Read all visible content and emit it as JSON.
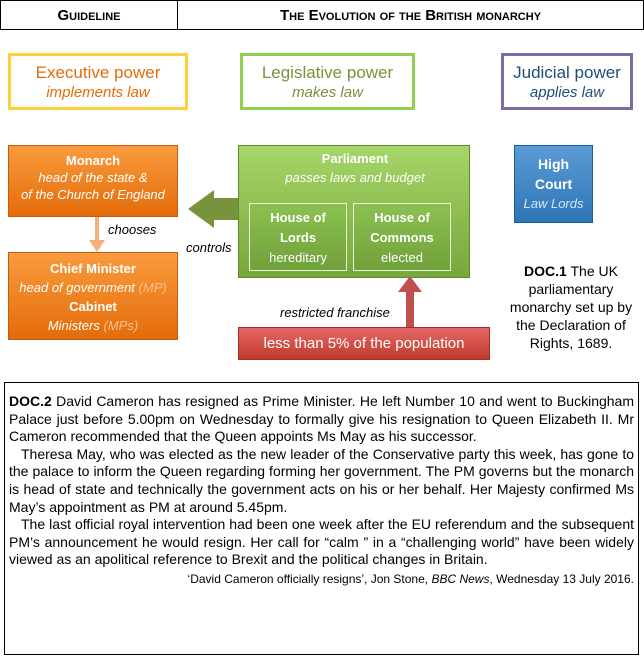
{
  "header": {
    "left": "Guideline",
    "right": "The Evolution of the British monarchy"
  },
  "powers": {
    "executive": {
      "title": "Executive power",
      "subtitle": "implements law",
      "color": "#e46c0a"
    },
    "legislative": {
      "title": "Legislative power",
      "subtitle": "makes law",
      "color": "#77933c"
    },
    "judicial": {
      "title": "Judicial power",
      "subtitle": "applies law",
      "color": "#1f4e79"
    }
  },
  "monarch": {
    "title": "Monarch",
    "line1": "head of the state &",
    "line2": "of the Church of England"
  },
  "chooses": "chooses",
  "chief": {
    "title": "Chief Minister",
    "role": "head of government",
    "role_paren": "(MP)",
    "cabinet": "Cabinet",
    "ministers": "Ministers",
    "ministers_paren": "(MPs)"
  },
  "parliament": {
    "title": "Parliament",
    "subtitle": "passes laws and budget",
    "lords": {
      "line1": "House of",
      "line2": "Lords",
      "desc": "hereditary"
    },
    "commons": {
      "line1": "House of",
      "line2": "Commons",
      "desc": "elected"
    }
  },
  "controls": "controls",
  "court": {
    "line1": "High",
    "line2": "Court",
    "desc": "Law Lords"
  },
  "franchise": "restricted franchise",
  "population": "less than 5% of the population",
  "doc1": {
    "label": "DOC.1",
    "text": " The UK parliamentary monarchy set up by the Declaration of Rights, 1689."
  },
  "doc2": {
    "label": "DOC.2",
    "p1": " David Cameron has resigned as Prime Minister. He left Number 10 and went to Buckingham Palace just before 5.00pm on Wednesday to formally give his resignation to Queen Elizabeth II. Mr Cameron recommended that the Queen appoints Ms May as his successor.",
    "p2": "Theresa May, who was elected as the new leader of the Conservative party this week, has gone to the palace to inform the Queen regarding forming her government. The PM governs but the monarch is head of state and technically the government acts on his or her behalf. Her Majesty confirmed Ms May’s appointment as PM at around 5.45pm.",
    "p3": "The last official royal intervention had been one week after the EU referendum and the subsequent PM’s announcement he would resign. Her call for “calm ” in a “challenging world” have been widely viewed as an apolitical reference to Brexit and the political changes in Britain.",
    "source_pre": "‘David Cameron officially resigns’, Jon Stone, ",
    "source_pub": "BBC News",
    "source_post": ", Wednesday 13 July 2016."
  }
}
